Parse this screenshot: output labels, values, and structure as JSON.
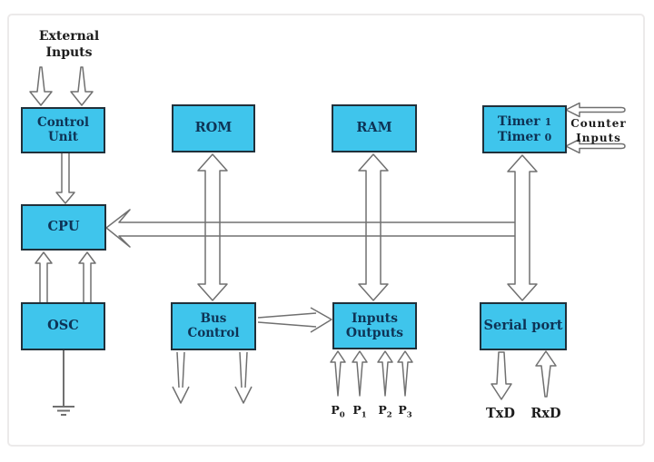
{
  "blocks": {
    "control_unit": {
      "label": "Control Unit"
    },
    "rom": {
      "label": "ROM"
    },
    "ram": {
      "label": "RAM"
    },
    "timer": {
      "lines": [
        {
          "text": "Timer",
          "num": "1"
        },
        {
          "text": "Timer",
          "num": "0"
        }
      ]
    },
    "cpu": {
      "label": "CPU"
    },
    "osc": {
      "label": "OSC"
    },
    "bus_control": {
      "label": "Bus Control"
    },
    "inputs_outputs": {
      "line1": "Inputs",
      "line2": "Outputs"
    },
    "serial_port": {
      "label": "Serial port"
    }
  },
  "annotations": {
    "external_inputs": {
      "line1": "External",
      "line2": "Inputs"
    },
    "counter_inputs": {
      "line1": "Counter",
      "line2": "Inputs"
    },
    "ports": [
      {
        "base": "P",
        "sub": "0"
      },
      {
        "base": "P",
        "sub": "1"
      },
      {
        "base": "P",
        "sub": "2"
      },
      {
        "base": "P",
        "sub": "3"
      }
    ],
    "txd": "TxD",
    "rxd": "RxD"
  },
  "colors": {
    "background": "#FFFFFF",
    "frame_border": "#ECEAEA",
    "box_fill": "#3FC5EC",
    "box_border": "#20303A",
    "box_text": "#0E3355",
    "label_text": "#1C1C1C",
    "arrow_stroke": "#707070"
  }
}
